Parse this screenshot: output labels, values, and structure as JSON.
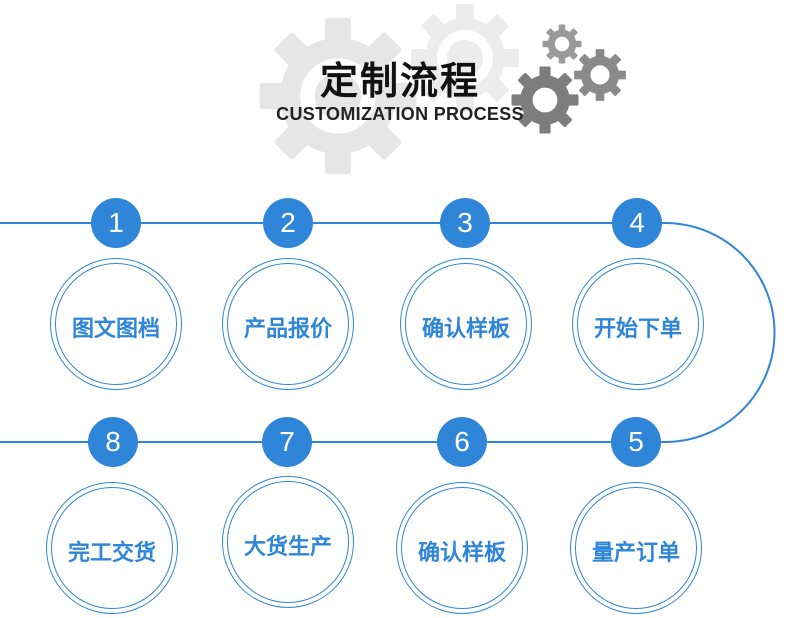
{
  "header": {
    "title": "定制流程",
    "subtitle": "CUSTOMIZATION PROCESS"
  },
  "steps": [
    {
      "num": "1",
      "label": "图文图档"
    },
    {
      "num": "2",
      "label": "产品报价"
    },
    {
      "num": "3",
      "label": "确认样板"
    },
    {
      "num": "4",
      "label": "开始下单"
    },
    {
      "num": "5",
      "label": "量产订单"
    },
    {
      "num": "6",
      "label": "确认样板"
    },
    {
      "num": "7",
      "label": "大货生产"
    },
    {
      "num": "8",
      "label": "完工交货"
    }
  ],
  "colors": {
    "accent": "#2f86d8",
    "gear": "#e6e6e6",
    "gear_dark": "#7d7d7d"
  }
}
